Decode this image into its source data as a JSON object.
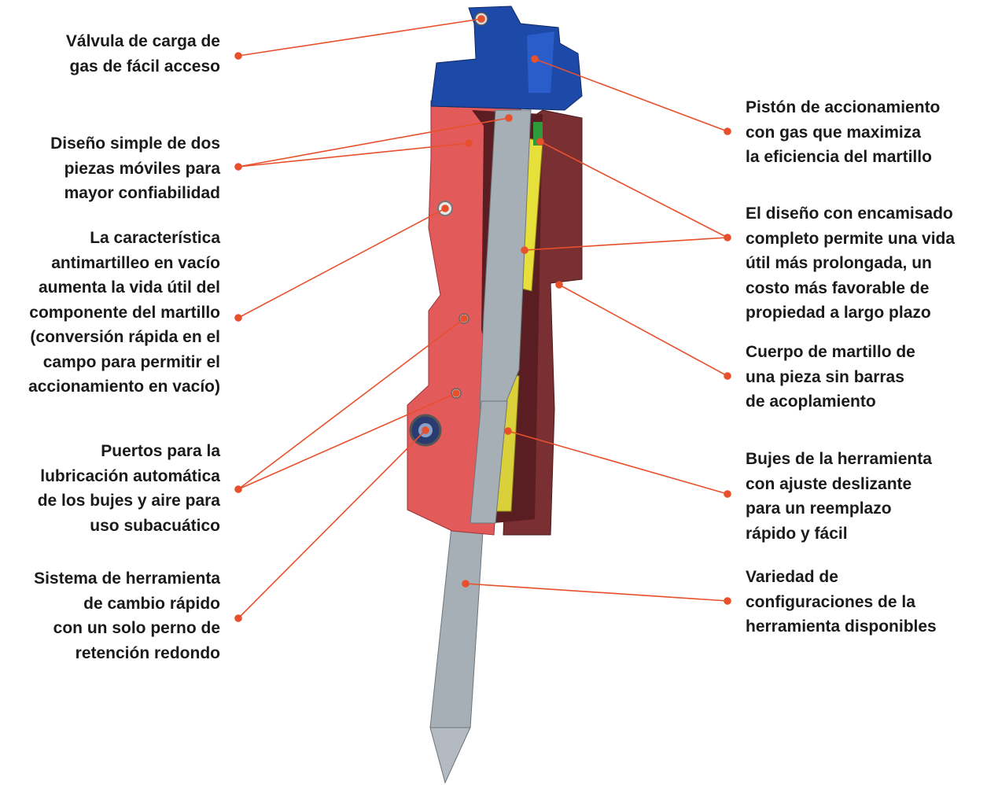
{
  "colors": {
    "leader": "#e8502c",
    "body_red": "#e25a5a",
    "body_dark": "#7a2f32",
    "head_blue": "#1d49a8",
    "tool_gray": "#a6aeb6",
    "bushing_yellow": "#e8e03a"
  },
  "labels": {
    "left": [
      {
        "id": "valve",
        "text": "Válvula de carga de\ngas de fácil acceso"
      },
      {
        "id": "two_parts",
        "text": "Diseño simple de dos\npiezas móviles para\nmayor confiabilidad"
      },
      {
        "id": "anti_blank",
        "text": "La característica\nantimartilleo en vacío\naumenta la vida útil del\ncomponente del martillo\n(conversión rápida en el\ncampo para permitir el\naccionamiento en vacío)"
      },
      {
        "id": "lube_ports",
        "text": "Puertos para la\nlubricación automática\nde los bujes y aire para\nuso subacuático"
      },
      {
        "id": "quick_change",
        "text": "Sistema de herramienta\nde cambio rápido\ncon un solo perno de\nretención redondo"
      }
    ],
    "right": [
      {
        "id": "gas_piston",
        "text": "Pistón de accionamiento\ncon gas que maximiza\nla eficiencia del martillo"
      },
      {
        "id": "full_sleeve",
        "text": "El diseño con encamisado\ncompleto permite una vida\nútil más prolongada, un\ncosto más favorable de\npropiedad a largo plazo"
      },
      {
        "id": "one_piece",
        "text": "Cuerpo de martillo de\nuna pieza sin barras\nde acoplamiento"
      },
      {
        "id": "bushings",
        "text": "Bujes de la herramienta\ncon ajuste deslizante\npara un reemplazo\nrápido y fácil"
      },
      {
        "id": "tool_variety",
        "text": "Variedad de\nconfiguraciones de la\nherramienta disponibles"
      }
    ]
  }
}
